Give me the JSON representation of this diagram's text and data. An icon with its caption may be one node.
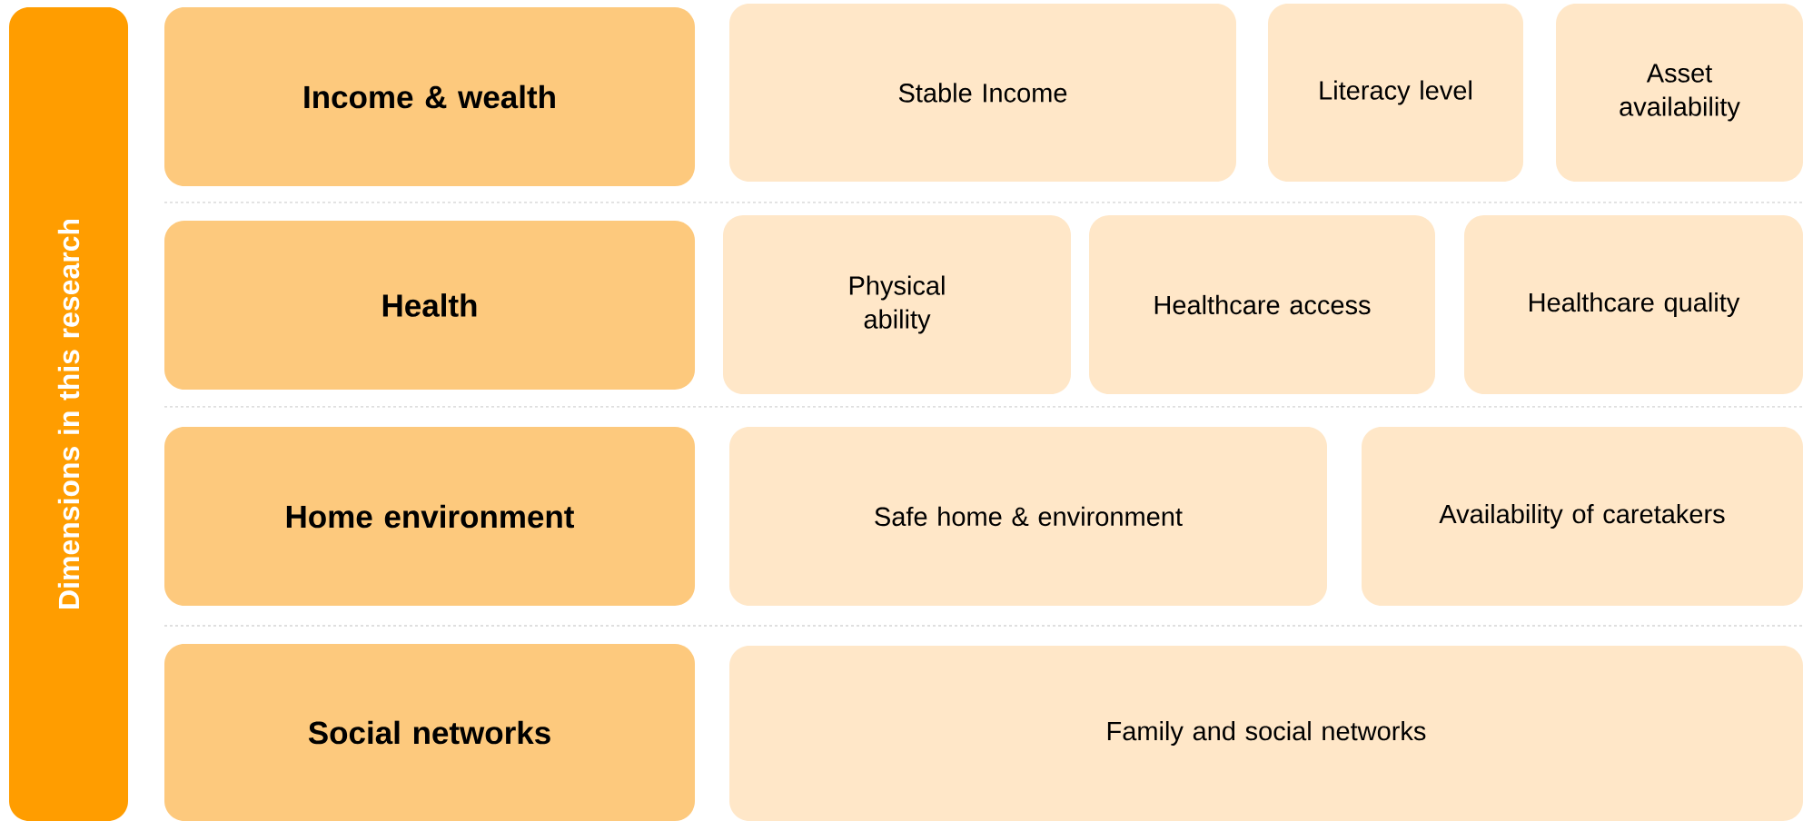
{
  "diagram": {
    "nodes": [
      {
        "text": [
          "Dimensions in this research"
        ]
      },
      {
        "text": [
          "Income & wealth"
        ]
      },
      {
        "text": [
          "Stable Income"
        ]
      },
      {
        "text": [
          "Literacy level"
        ]
      },
      {
        "text": [
          "Asset availability"
        ]
      },
      {
        "text": [
          "Health"
        ]
      },
      {
        "text": [
          "Physical ability"
        ]
      },
      {
        "text": [
          "Healthcare access"
        ]
      },
      {
        "text": [
          "Healthcare quality"
        ]
      },
      {
        "text": [
          "Home environment"
        ]
      },
      {
        "text": [
          "Safe home & environment"
        ]
      },
      {
        "text": [
          "Availability of caretakers"
        ]
      },
      {
        "text": [
          "Social networks"
        ]
      },
      {
        "text": [
          "Family and social networks"
        ]
      }
    ]
  }
}
